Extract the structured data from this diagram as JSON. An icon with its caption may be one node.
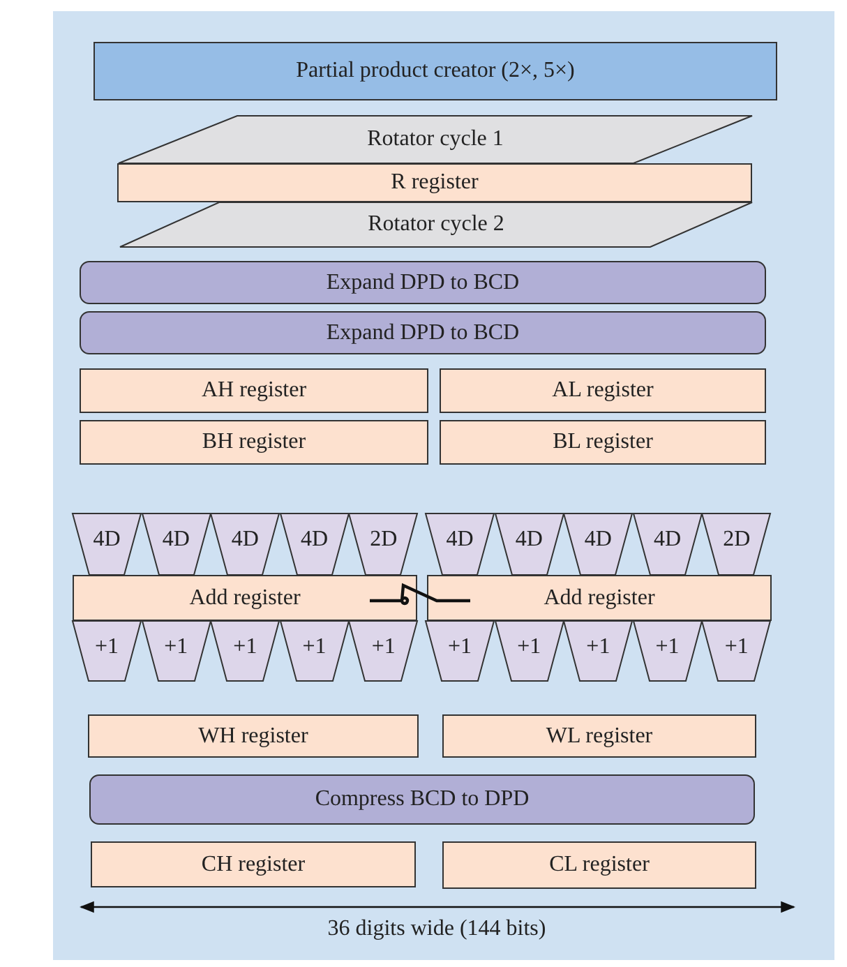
{
  "diagram": {
    "nodes": [
      {
        "text": [
          "Partial product creator (2×, 5×)"
        ]
      },
      {
        "text": [
          "Rotator cycle 1"
        ]
      },
      {
        "text": [
          "R register"
        ]
      },
      {
        "text": [
          "Rotator cycle 2"
        ]
      },
      {
        "text": [
          "Expand DPD to BCD"
        ]
      },
      {
        "text": [
          "Expand DPD to BCD"
        ]
      },
      {
        "text": [
          "AH register"
        ]
      },
      {
        "text": [
          "AL register"
        ]
      },
      {
        "text": [
          "BH register"
        ]
      },
      {
        "text": [
          "BL register"
        ]
      },
      {
        "text": [
          "4D"
        ]
      },
      {
        "text": [
          "4D"
        ]
      },
      {
        "text": [
          "4D"
        ]
      },
      {
        "text": [
          "4D"
        ]
      },
      {
        "text": [
          "2D"
        ]
      },
      {
        "text": [
          "4D"
        ]
      },
      {
        "text": [
          "4D"
        ]
      },
      {
        "text": [
          "4D"
        ]
      },
      {
        "text": [
          "4D"
        ]
      },
      {
        "text": [
          "2D"
        ]
      },
      {
        "text": [
          "Add register"
        ]
      },
      {
        "text": [
          "Add register"
        ]
      },
      {
        "text": [
          "+1"
        ]
      },
      {
        "text": [
          "+1"
        ]
      },
      {
        "text": [
          "+1"
        ]
      },
      {
        "text": [
          "+1"
        ]
      },
      {
        "text": [
          "+1"
        ]
      },
      {
        "text": [
          "+1"
        ]
      },
      {
        "text": [
          "+1"
        ]
      },
      {
        "text": [
          "+1"
        ]
      },
      {
        "text": [
          "+1"
        ]
      },
      {
        "text": [
          "+1"
        ]
      },
      {
        "text": [
          "WH register"
        ]
      },
      {
        "text": [
          "WL register"
        ]
      },
      {
        "text": [
          "Compress BCD to DPD"
        ]
      },
      {
        "text": [
          "CH register"
        ]
      },
      {
        "text": [
          "CL register"
        ]
      }
    ],
    "edges": [
      {
        "from": 20,
        "to": 21,
        "arrow": "other"
      }
    ],
    "labels": [
      "36 digits wide (144 bits)"
    ]
  }
}
